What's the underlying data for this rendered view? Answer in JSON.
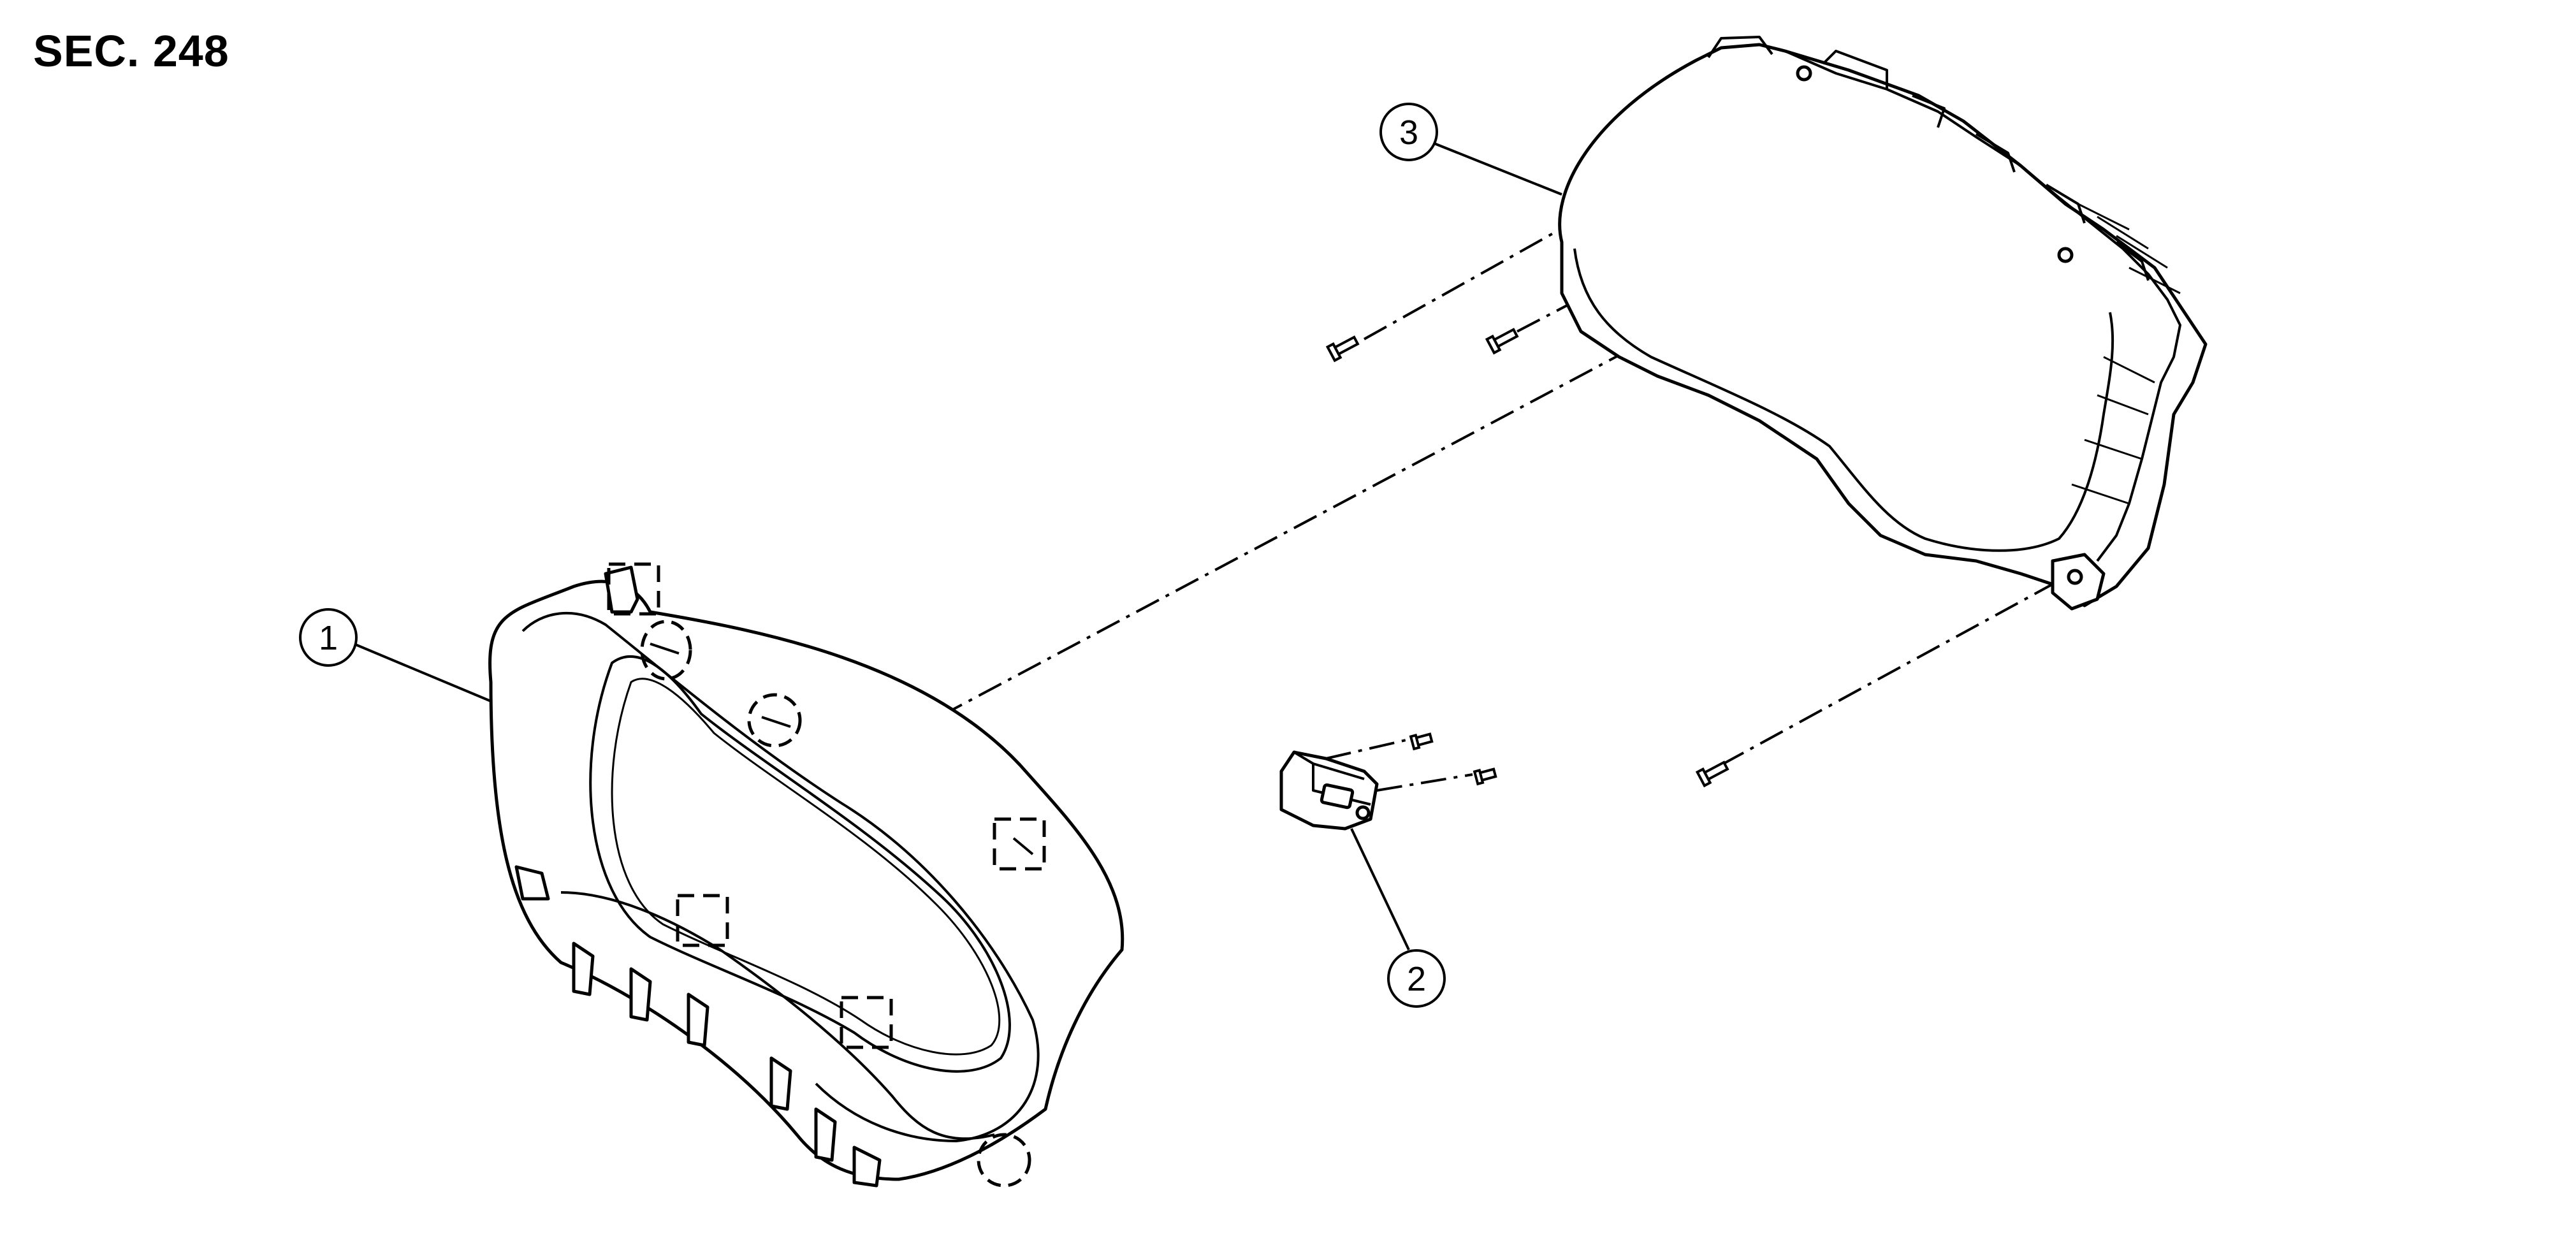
{
  "section": {
    "label": "SEC. 248"
  },
  "callouts": [
    {
      "id": "1",
      "label": "1"
    },
    {
      "id": "2",
      "label": "2"
    },
    {
      "id": "3",
      "label": "3"
    }
  ],
  "colors": {
    "line": "#000000",
    "background": "#ffffff"
  }
}
